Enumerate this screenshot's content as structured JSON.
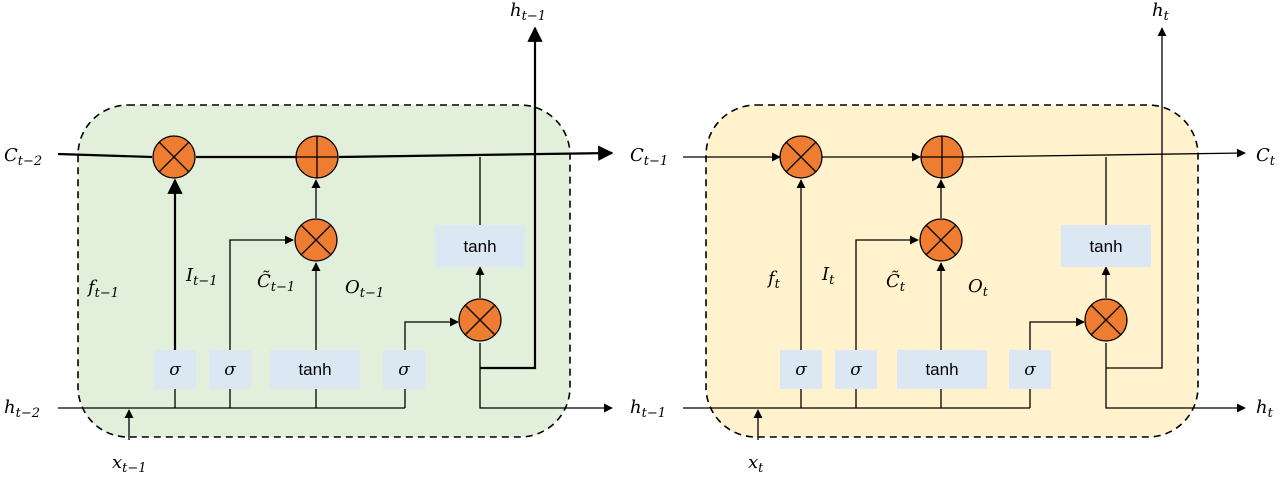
{
  "cells": [
    {
      "name": "cell-previous",
      "fill": "#e2efda",
      "inputs": {
        "c_in": {
          "main": "C",
          "sub": "t−2"
        },
        "h_in": {
          "main": "h",
          "sub": "t−2"
        },
        "x_in": {
          "main": "x",
          "sub": "t−1"
        }
      },
      "outputs": {
        "c_out": {
          "main": "C",
          "sub": "t−1"
        },
        "h_out": {
          "main": "h",
          "sub": "t−1"
        },
        "h_top": {
          "main": "h",
          "sub": "t−1"
        }
      },
      "gate_labels": {
        "forget": {
          "main": "f",
          "sub": "t−1"
        },
        "input": {
          "main": "I",
          "sub": "t−1"
        },
        "candidate": {
          "main": "C̃",
          "sub": "t−1"
        },
        "output": {
          "main": "O",
          "sub": "t−1"
        }
      },
      "boxes": {
        "sigma": "σ",
        "tanh": "tanh"
      }
    },
    {
      "name": "cell-current",
      "fill": "#fff2cc",
      "inputs": {
        "c_in": {
          "main": "C",
          "sub": "t−1"
        },
        "h_in": {
          "main": "h",
          "sub": "t−1"
        },
        "x_in": {
          "main": "x",
          "sub": "t"
        }
      },
      "outputs": {
        "c_out": {
          "main": "C",
          "sub": "t"
        },
        "h_out": {
          "main": "h",
          "sub": "t"
        },
        "h_top": {
          "main": "h",
          "sub": "t"
        }
      },
      "gate_labels": {
        "forget": {
          "main": "f",
          "sub": "t"
        },
        "input": {
          "main": "I",
          "sub": "t"
        },
        "candidate": {
          "main": "C̃",
          "sub": "t"
        },
        "output": {
          "main": "O",
          "sub": "t"
        }
      },
      "boxes": {
        "sigma": "σ",
        "tanh": "tanh"
      }
    }
  ],
  "colors": {
    "operator": "#ee7d31",
    "gate_box": "#dbe8f4",
    "stroke": "#000000"
  }
}
